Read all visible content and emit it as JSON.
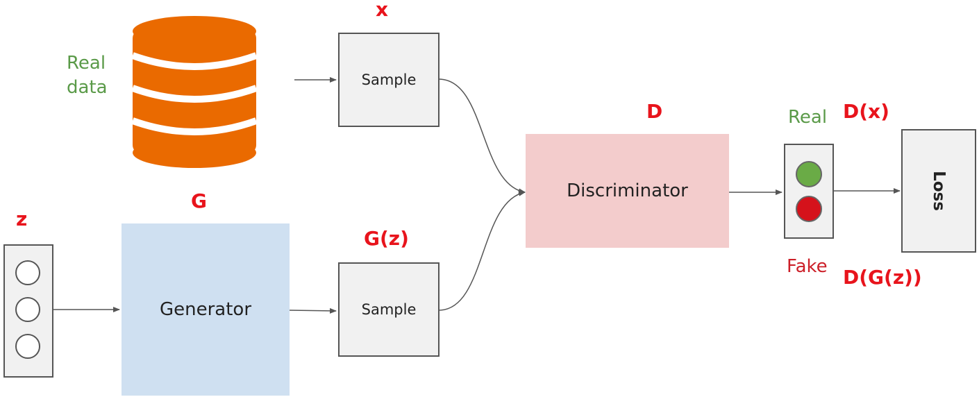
{
  "labels": {
    "real_data": [
      "Real",
      "data"
    ],
    "x": "x",
    "d": "D",
    "g": "G",
    "z": "z",
    "gz": "G(z)",
    "real": "Real",
    "fake": "Fake",
    "dx": "D(x)",
    "dgz": "D(G(z))"
  },
  "nodes": {
    "sample_top": "Sample",
    "sample_bottom": "Sample",
    "generator": "Generator",
    "discriminator": "Discriminator",
    "loss": "Loss"
  },
  "colors": {
    "label_red": "#e8141c",
    "label_green": "#5a9a48",
    "fake_red": "#cc1f28",
    "database_orange": "#ea6a00",
    "generator_fill": "#cfe0f1",
    "discriminator_fill": "#f3cccc",
    "box_fill": "#f1f1f1",
    "light_green": "#6aab46",
    "light_red": "#d5121b"
  },
  "icons": {
    "database": "database-icon",
    "noise": "noise-vector-icon",
    "light": "traffic-light-icon"
  }
}
